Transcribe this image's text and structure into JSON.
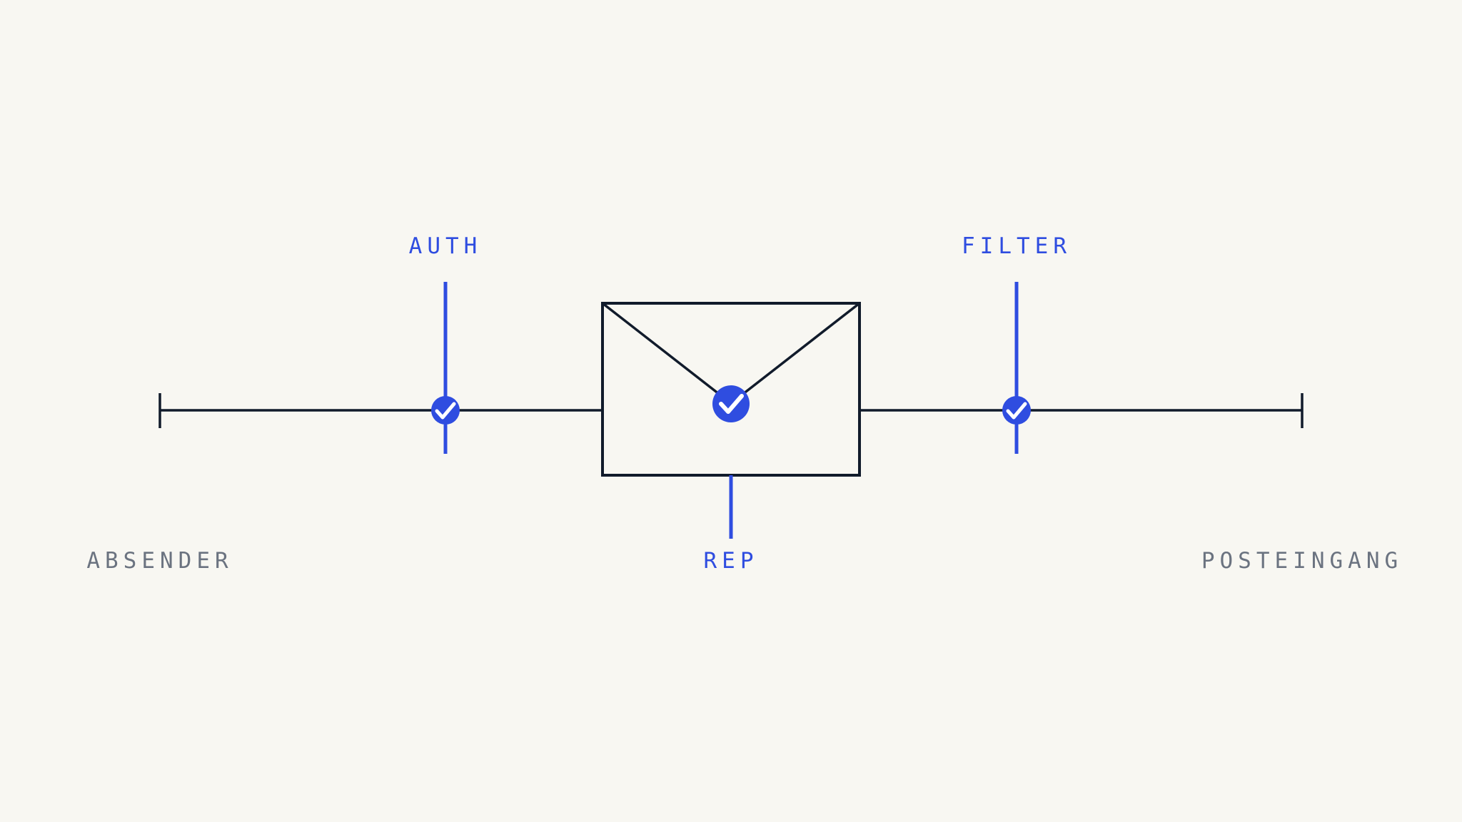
{
  "colors": {
    "background": "#f8f7f2",
    "line": "#111b2b",
    "accent": "#2f4de0",
    "muted_text": "#6b7380",
    "check": "#ffffff"
  },
  "endpoints": {
    "sender_label": "ABSENDER",
    "inbox_label": "POSTEINGANG"
  },
  "checkpoints": [
    {
      "label": "AUTH",
      "icon": "check-circle-icon"
    },
    {
      "label": "REP",
      "icon": "check-circle-icon"
    },
    {
      "label": "FILTER",
      "icon": "check-circle-icon"
    }
  ],
  "center_icon": "envelope-icon"
}
